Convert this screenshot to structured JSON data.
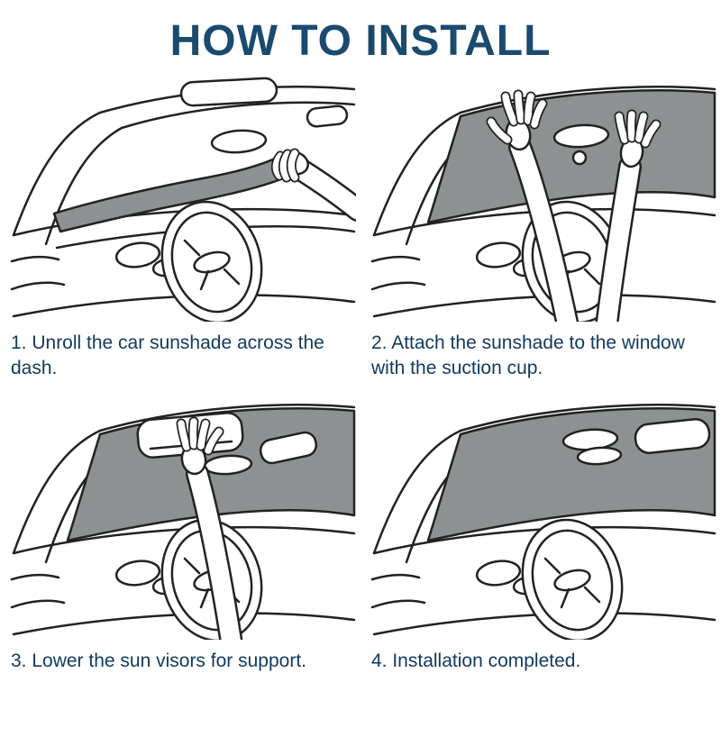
{
  "title": "HOW TO INSTALL",
  "colors": {
    "heading": "#1a4a6e",
    "caption": "#103a5e",
    "sunshade": "#8e9192",
    "line": "#222222"
  },
  "steps": [
    {
      "number": 1,
      "caption": "1. Unroll the car sunshade across the dash.",
      "illustration": "hand-unrolling-sunshade-across-dash"
    },
    {
      "number": 2,
      "caption": "2. Attach the sunshade to the window with the suction cup.",
      "illustration": "hands-pressing-sunshade-to-windshield"
    },
    {
      "number": 3,
      "caption": "3. Lower the sun visors for support.",
      "illustration": "hand-lowering-sun-visor"
    },
    {
      "number": 4,
      "caption": "4. Installation completed.",
      "illustration": "sunshade-fully-installed"
    }
  ]
}
